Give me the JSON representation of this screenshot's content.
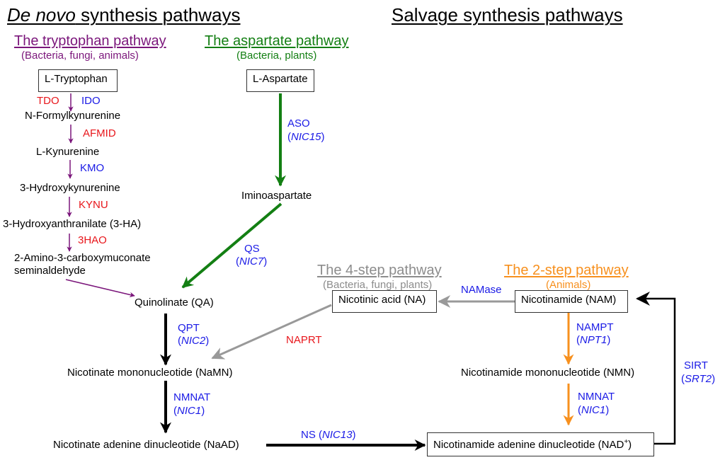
{
  "titles": {
    "de_novo_em": "De novo",
    "de_novo_rest": " synthesis pathways",
    "salvage": "Salvage synthesis pathways"
  },
  "colors": {
    "tryptophan": "#7b167b",
    "aspartate": "#137f13",
    "four_step": "#8c8c8c",
    "two_step": "#f7901e",
    "main": "#000000",
    "enzyme_red": "#e8161b",
    "enzyme_blue": "#1a1ae6"
  },
  "pathways": {
    "tryptophan": {
      "title": "The tryptophan pathway",
      "organisms": "(Bacteria, fungi, animals)"
    },
    "aspartate": {
      "title": "The aspartate pathway",
      "organisms": "(Bacteria, plants)"
    },
    "four_step": {
      "title": "The 4-step pathway",
      "organisms": "(Bacteria, fungi, plants)"
    },
    "two_step": {
      "title": "The 2-step pathway",
      "organisms": "(Animals)"
    }
  },
  "metabolites": {
    "l_tryptophan": "L-Tryptophan",
    "n_formylkynurenine": "N-Formylkynurenine",
    "l_kynurenine": "L-Kynurenine",
    "hydroxykynurenine": "3-Hydroxykynurenine",
    "hydroxyanthranilate": "3-Hydroxyanthranilate (3-HA)",
    "acms_line1": "2-Amino-3-carboxymuconate",
    "acms_line2": "seminaldehyde",
    "l_aspartate": "L-Aspartate",
    "iminoaspartate": "Iminoaspartate",
    "quinolinate": "Quinolinate (QA)",
    "namn": "Nicotinate mononucleotide (NaMN)",
    "naad": "Nicotinate adenine dinucleotide (NaAD)",
    "nicotinic_acid": "Nicotinic acid (NA)",
    "nicotinamide": "Nicotinamide (NAM)",
    "nmn": "Nicotinamide mononucleotide (NMN)",
    "nad_main": "Nicotinamide adenine dinucleotide (NAD",
    "nad_sup": "+",
    "nad_close": ")"
  },
  "enzymes": {
    "tdo": "TDO",
    "ido": "IDO",
    "afmid": "AFMID",
    "kmo": "KMO",
    "kynu": "KYNU",
    "hao": "3HAO",
    "aso": "ASO",
    "aso_gene": "NIC15",
    "qs": "QS",
    "qs_gene": "NIC7",
    "qpt": "QPT",
    "qpt_gene": "NIC2",
    "nmnat": "NMNAT",
    "nmnat_gene": "NIC1",
    "ns": "NS",
    "ns_gene": "NIC13",
    "naprt": "NAPRT",
    "namase": "NAMase",
    "nampt": "NAMPT",
    "nampt_gene": "NPT1",
    "nmnat2": "NMNAT",
    "nmnat2_gene": "NIC1",
    "sirt": "SIRT",
    "sirt_gene": "SRT2"
  }
}
